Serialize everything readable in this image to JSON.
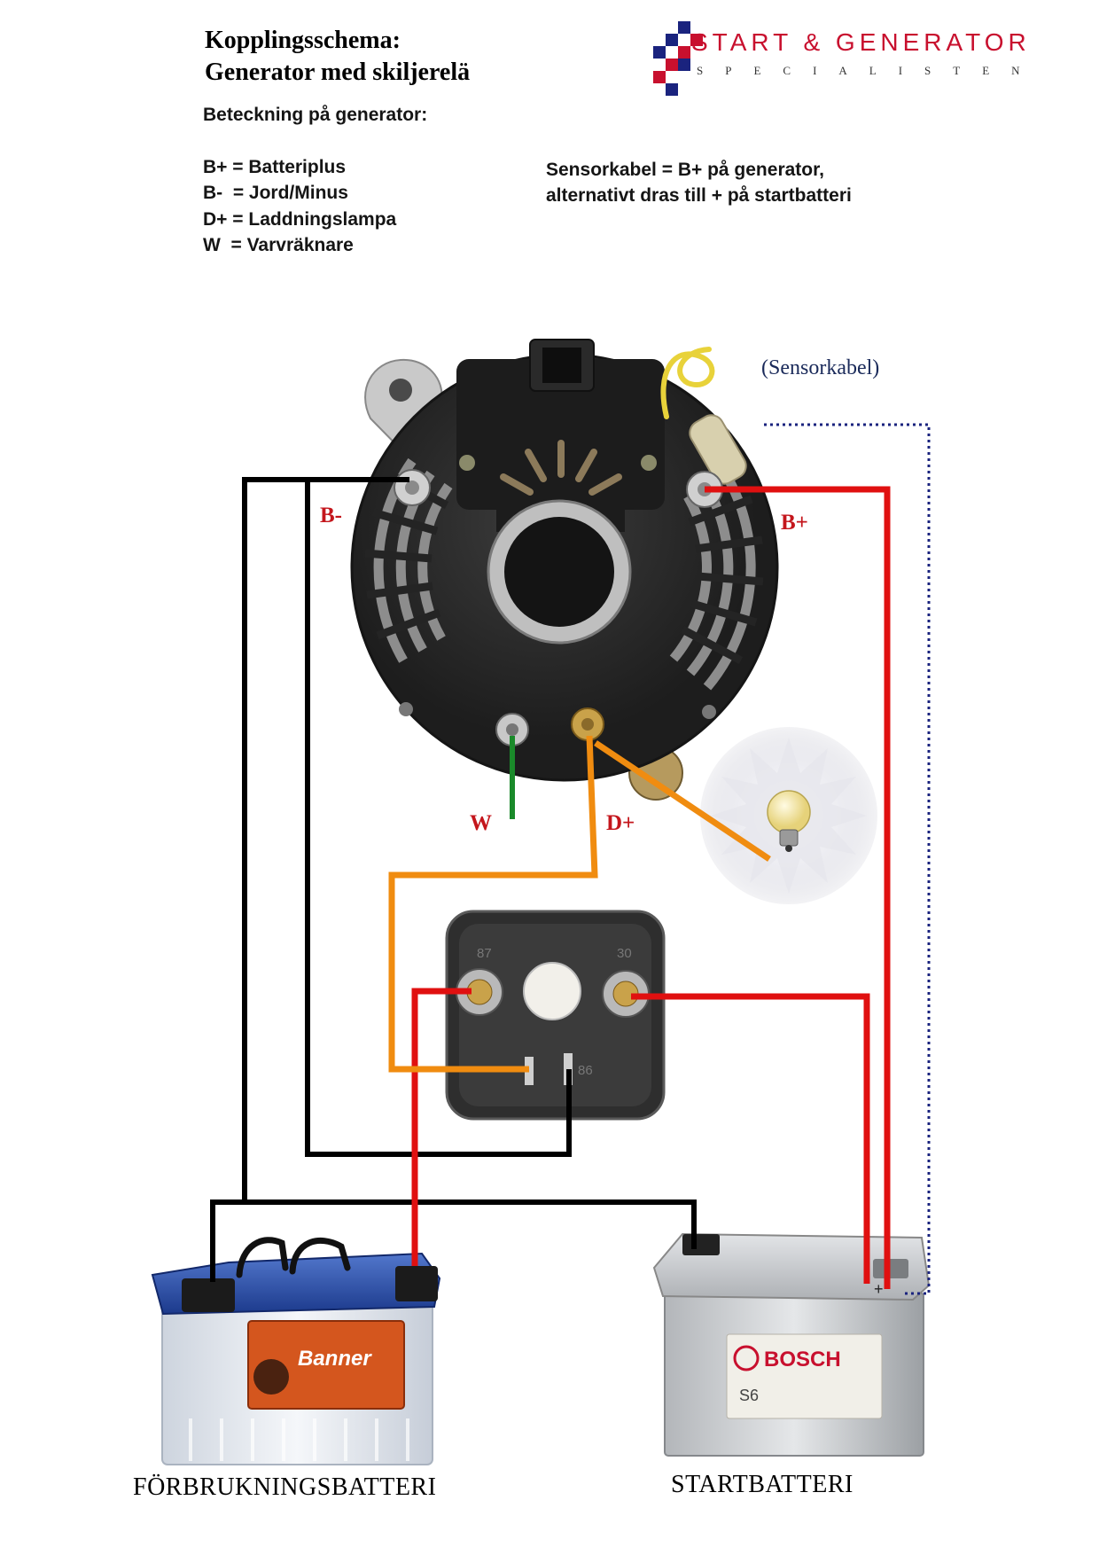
{
  "header": {
    "title_line1": "Kopplingsschema:",
    "title_line2": "Generator med skiljerelä"
  },
  "logo": {
    "name": "START & GENERATOR",
    "tagline": "SPECIALISTEN",
    "brand_red": "#c8102e",
    "brand_navy": "#1a237e"
  },
  "legend": {
    "heading": "Beteckning på generator:",
    "items": [
      "B+ = Batteriplus",
      "B-  = Jord/Minus",
      "D+ = Laddningslampa",
      "W  = Varvräknare"
    ]
  },
  "sensor_note": {
    "line1": "Sensorkabel = B+ på generator,",
    "line2": "alternativt dras till + på startbatteri"
  },
  "diagram": {
    "sensor_label": "(Sensorkabel)",
    "terminals": {
      "b_minus": "B-",
      "b_plus": "B+",
      "w": "W",
      "d_plus": "D+"
    },
    "relay_markings": {
      "t87": "87",
      "t30": "30",
      "t86": "86"
    },
    "batteries": {
      "service": {
        "label": "FÖRBRUKNINGSBATTERI",
        "brand": "Banner"
      },
      "starter": {
        "label": "STARTBATTERI",
        "brand": "BOSCH",
        "model": "S6",
        "plus_sign": "+"
      }
    },
    "wire_colors": {
      "ground": "#000000",
      "positive": "#e01010",
      "d_plus": "#f08c10",
      "w": "#1a8a2a",
      "sensor": "#1a237e"
    }
  }
}
